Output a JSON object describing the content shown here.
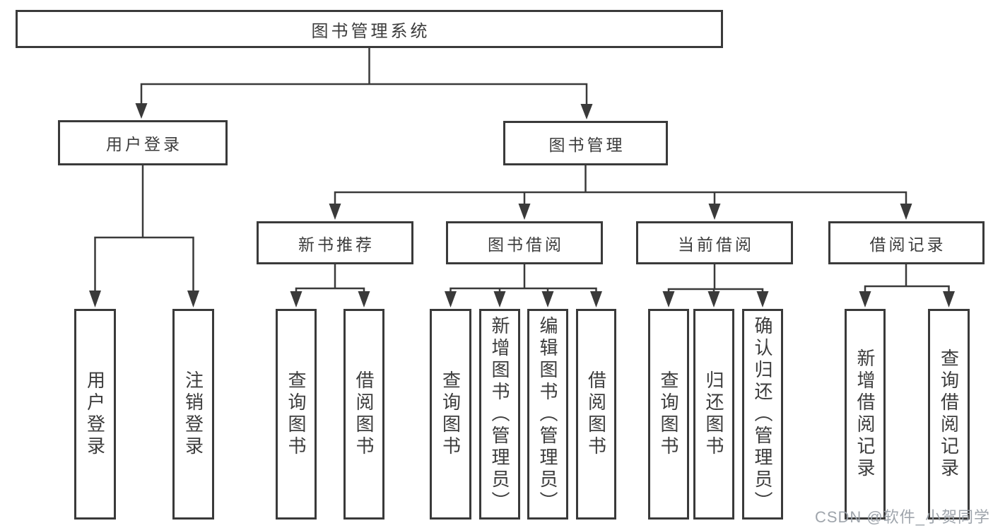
{
  "tree": {
    "root": "图书管理系统",
    "level2": [
      {
        "label": "用户登录",
        "children": [
          "用户登录",
          "注销登录"
        ]
      },
      {
        "label": "图书管理",
        "children": [
          {
            "label": "新书推荐",
            "children": [
              "查询图书",
              "借阅图书"
            ]
          },
          {
            "label": "图书借阅",
            "children": [
              "查询图书",
              "新增图书（管理员）",
              "编辑图书（管理员）",
              "借阅图书"
            ]
          },
          {
            "label": "当前借阅",
            "children": [
              "查询图书",
              "归还图书",
              "确认归还（管理员）"
            ]
          },
          {
            "label": "借阅记录",
            "children": [
              "新增借阅记录",
              "查询借阅记录"
            ]
          }
        ]
      }
    ]
  },
  "watermark": "CSDN @软件_小贺同学",
  "colors": {
    "line": "#3a3a3a",
    "text": "#3c3c3c",
    "background": "#ffffff",
    "watermark": "#9aa0a8"
  }
}
